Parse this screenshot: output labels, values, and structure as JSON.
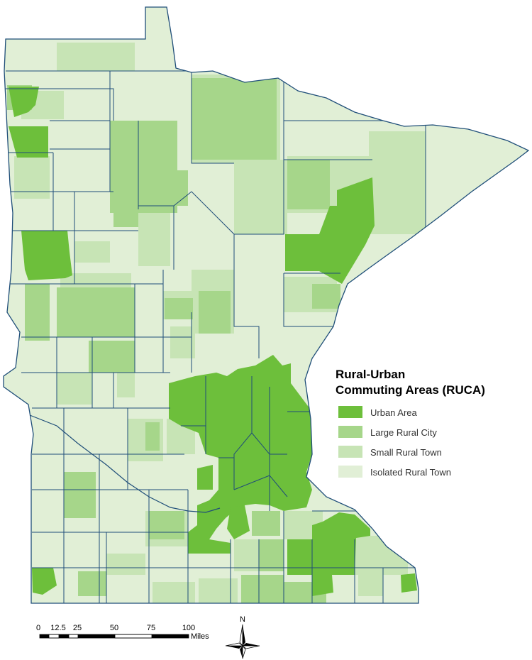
{
  "legend": {
    "title_line1": "Rural-Urban",
    "title_line2": "Commuting Areas (RUCA)",
    "items": [
      {
        "label": "Urban Area",
        "color": "#6dbf3b"
      },
      {
        "label": "Large Rural City",
        "color": "#a6d68a"
      },
      {
        "label": "Small Rural Town",
        "color": "#c7e4b5"
      },
      {
        "label": "Isolated Rural Town",
        "color": "#e1efd6"
      }
    ]
  },
  "scale_bar": {
    "ticks": [
      "0",
      "12.5",
      "25",
      "50",
      "75",
      "100"
    ],
    "unit": "Miles"
  },
  "north_arrow": {
    "label": "N"
  },
  "colors": {
    "boundary": "#1f4e79",
    "urban": "#6dbf3b",
    "large_rural": "#a6d68a",
    "small_rural": "#c7e4b5",
    "isolated_rural": "#e1efd6"
  }
}
